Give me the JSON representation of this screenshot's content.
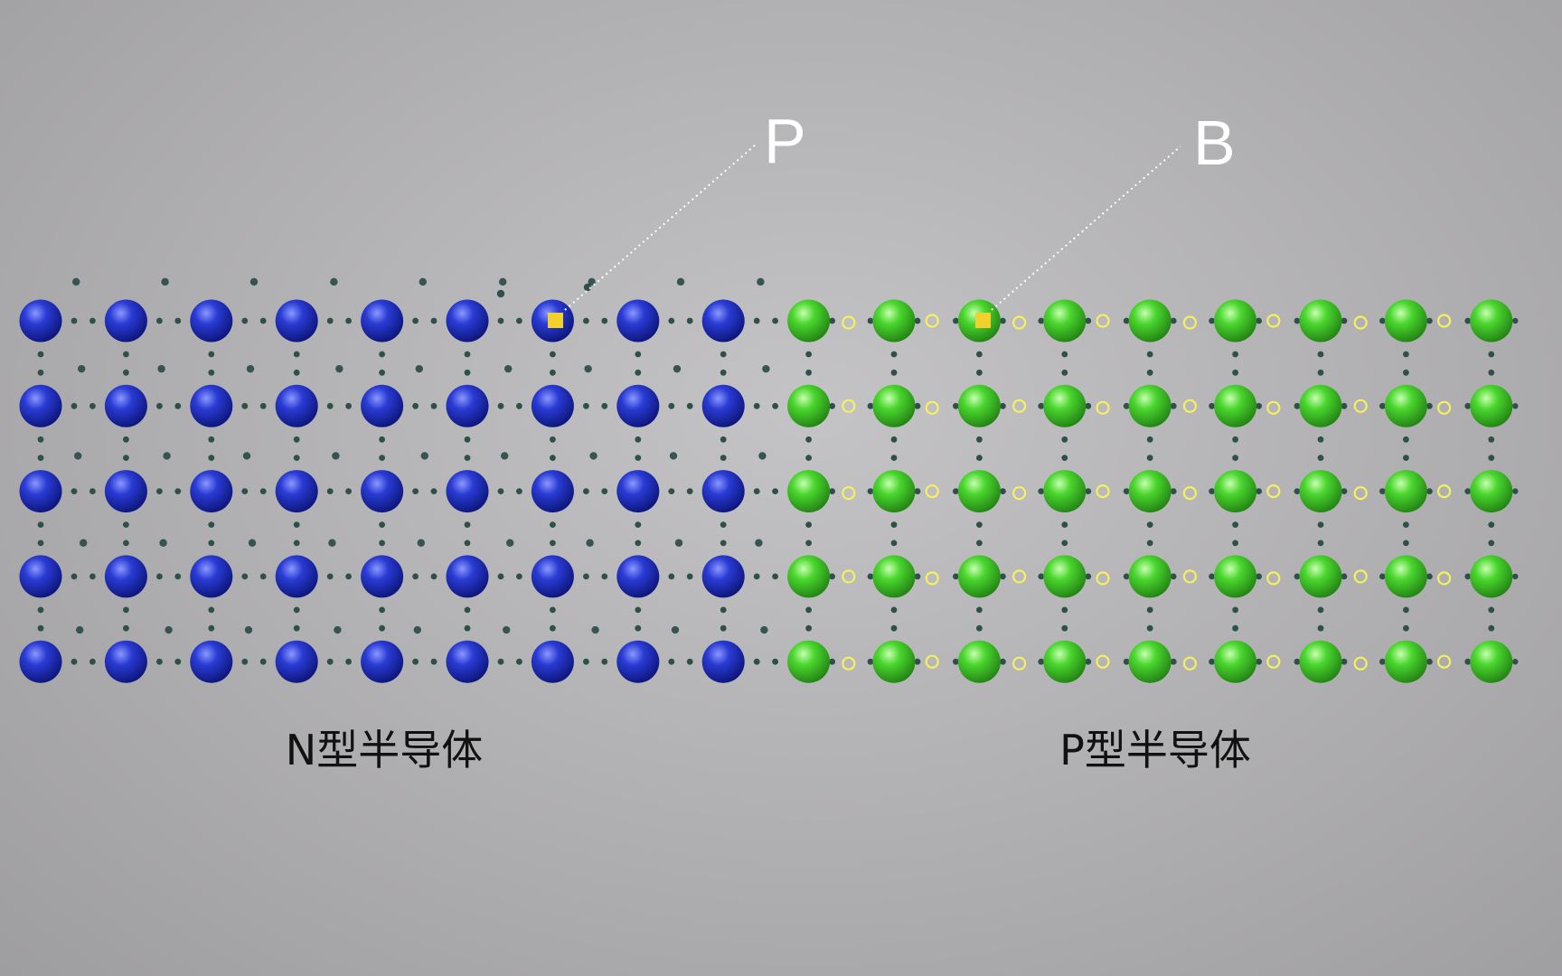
{
  "labels": {
    "n_region": "N型半导体",
    "p_region": "P型半导体",
    "n_dopant": "P",
    "p_dopant": "B"
  },
  "lattice": {
    "rows": 5,
    "n_columns": 9,
    "p_columns": 9
  },
  "dopants": {
    "n_site": {
      "row": 0,
      "col": 6
    },
    "p_site": {
      "row": 0,
      "col": 2
    }
  },
  "colors": {
    "n_atom": "#1f2fb8",
    "p_atom": "#44d02a",
    "bond_electron": "#2f4f4a",
    "free_electron": "#2f4f4a",
    "hole": "#f5f060",
    "dopant_marker": "#f2d02e",
    "background": "#b3b2b4"
  }
}
